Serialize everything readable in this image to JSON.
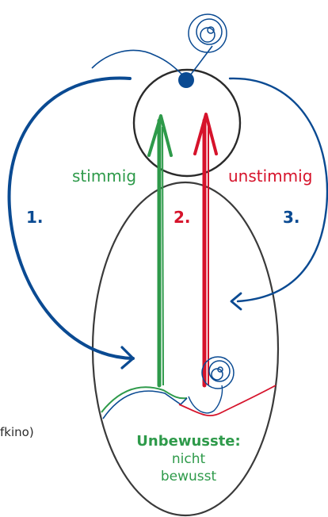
{
  "colors": {
    "blue": "#0a4a92",
    "green": "#2e9a4a",
    "red": "#d6132b",
    "outline": "#3a3a3a",
    "text": "#2a2a2a"
  },
  "labels": {
    "stimmig": "stimmig",
    "unstimmig": "unstimmig",
    "step1": "1.",
    "step2": "2.",
    "step3": "3.",
    "fkino": "fkino)",
    "unbewusste_title": "Unbewusste:",
    "unbewusste_line1": "nicht",
    "unbewusste_line2": "bewusst"
  },
  "icons": {
    "top_knot": "spiral-scribble-icon",
    "bottom_knot": "spiral-scribble-icon",
    "pin": "dot-icon"
  }
}
